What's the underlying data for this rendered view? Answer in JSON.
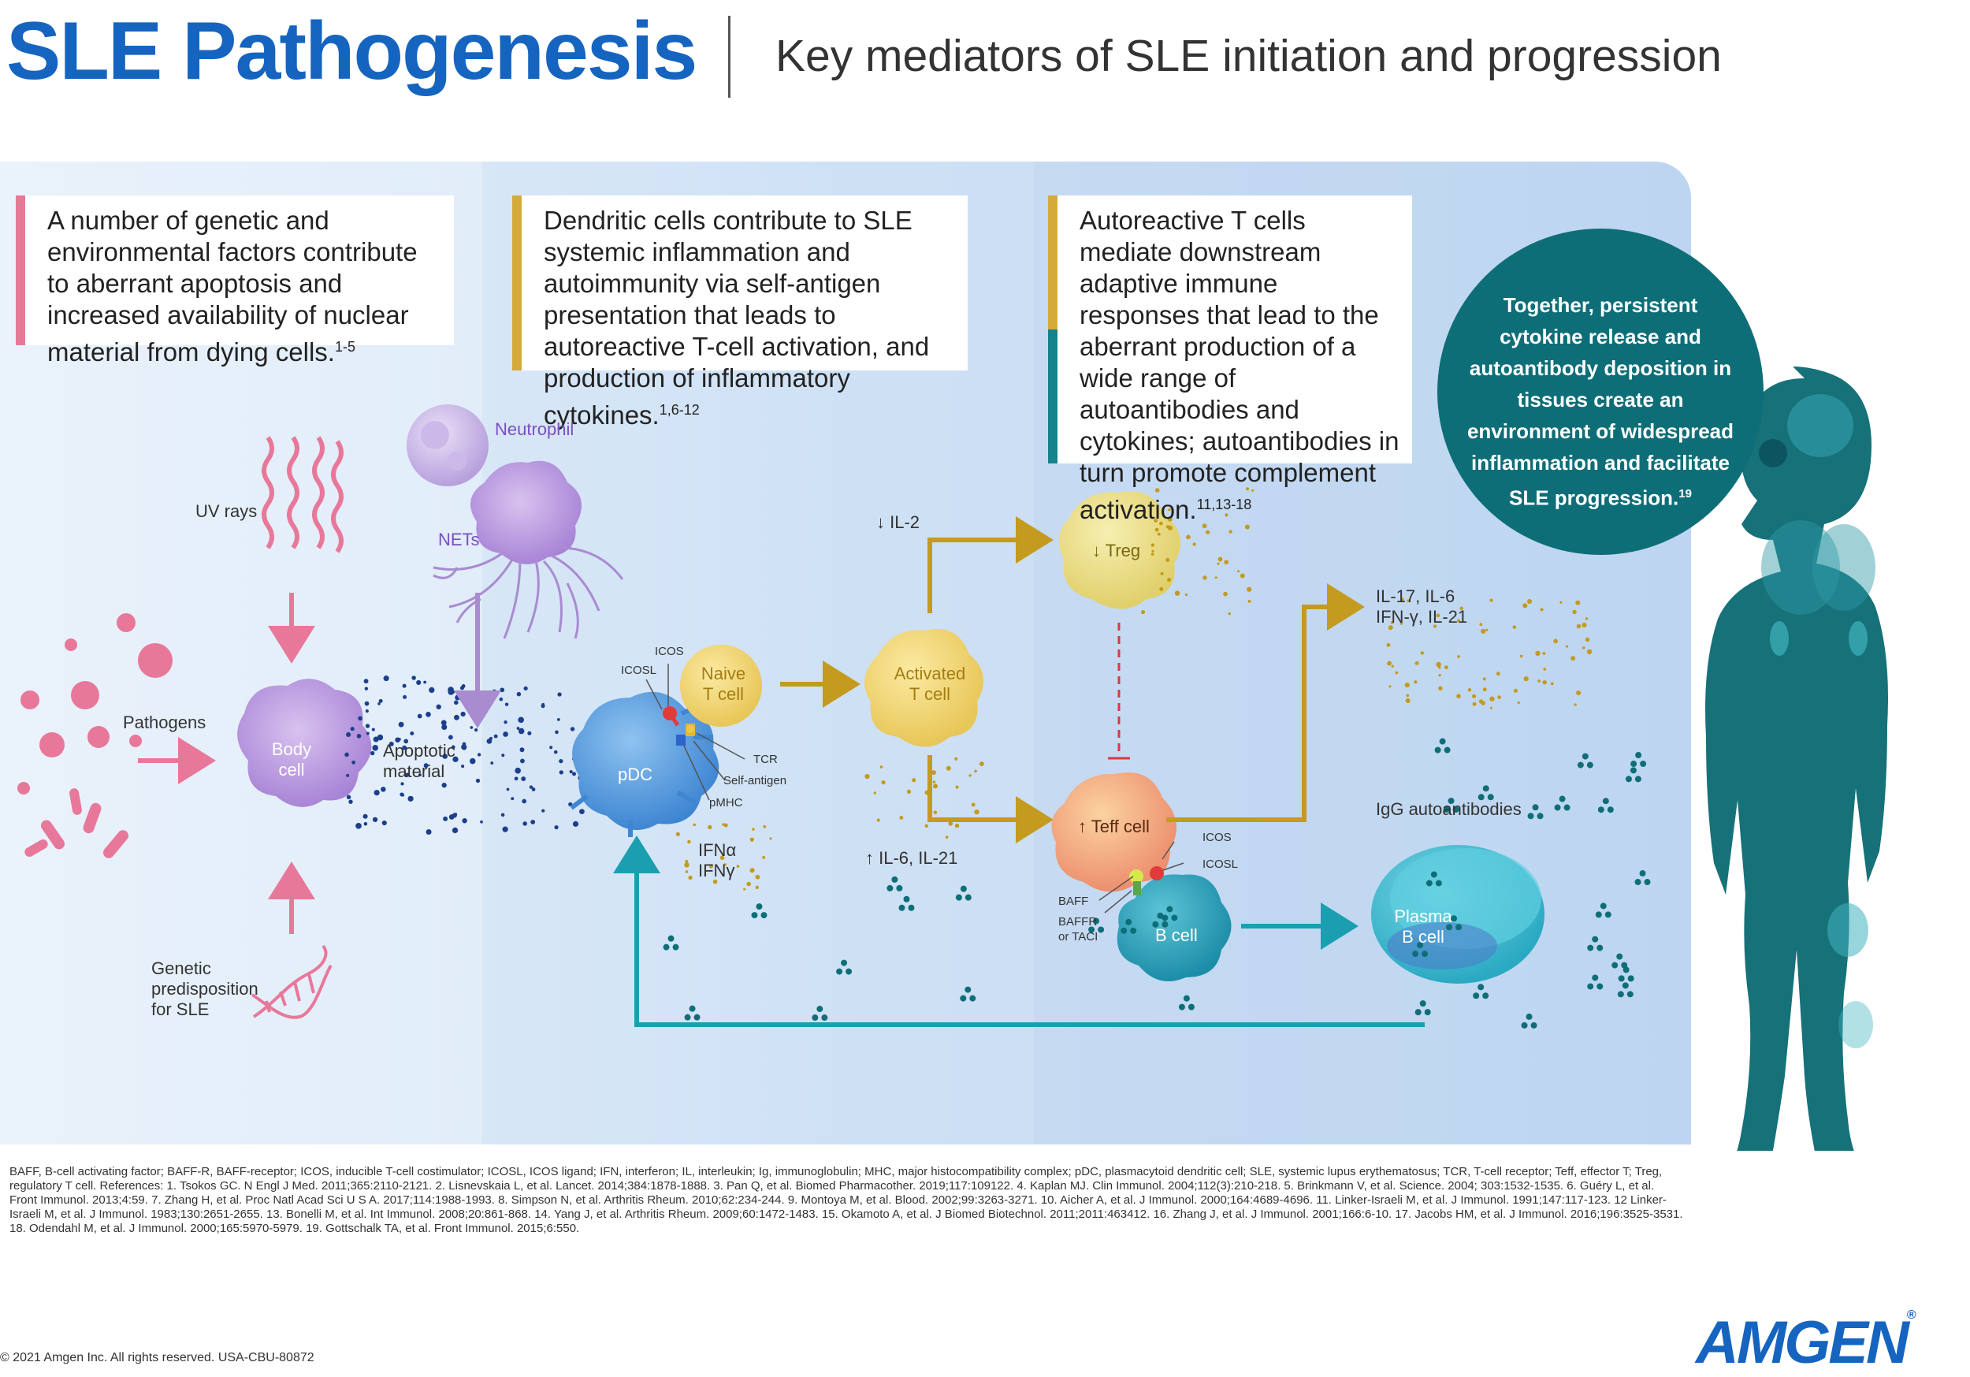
{
  "header": {
    "title": "SLE Pathogenesis",
    "subtitle": "Key mediators of SLE initiation and progression"
  },
  "boxes": {
    "box1": {
      "text": "A number of genetic and environmental factors contribute to aberrant apoptosis and increased availability of nuclear material from dying cells.",
      "ref": "1-5",
      "bar_color": "#e57a96"
    },
    "box2": {
      "text": "Dendritic cells contribute to SLE systemic inflammation and autoimmunity via self-antigen presentation that leads to autoreactive T-cell activation, and production of inflammatory cytokines.",
      "ref": "1,6-12",
      "bar_color": "#d4aa3a"
    },
    "box3": {
      "text": "Autoreactive T cells mediate downstream adaptive immune responses that lead to the aberrant production of a wide range of autoantibodies and cytokines; autoantibodies in turn promote complement activation.",
      "ref": "11,13-18",
      "bar_colors": [
        "#d4aa3a",
        "#14838b"
      ]
    }
  },
  "circle": {
    "text": "Together, persistent cytokine release and autoantibody deposition in tissues create an environment of widespread inflammation and facilitate SLE progression.",
    "ref": "19"
  },
  "diagram": {
    "uv_rays": "UV rays",
    "pathogens": "Pathogens",
    "genetic": "Genetic predisposition for SLE",
    "body_cell": "Body cell",
    "apoptotic": "Apoptotic material",
    "neutrophil": "Neutrophil",
    "nets": "NETs",
    "pdc": "pDC",
    "naive_t": "Naive T cell",
    "icos": "ICOS",
    "icosl": "ICOSL",
    "tcr": "TCR",
    "self_antigen": "Self-antigen",
    "pmhc": "pMHC",
    "ifn_alpha": "IFNα",
    "ifn_gamma": "IFNγ",
    "activated_t": "Activated T cell",
    "il2": "↓ IL-2",
    "il6_il21": "↑ IL-6, IL-21",
    "treg": "↓ Treg",
    "teff": "↑ Teff cell",
    "icos2": "ICOS",
    "icosl2": "ICOSL",
    "baff": "BAFF",
    "baffr": "BAFFR or TACI",
    "b_cell": "B cell",
    "cytokines_line1": "IL-17, IL-6",
    "cytokines_line2": "IFN-γ, IL-21",
    "igg": "IgG autoantibodies",
    "plasma": "Plasma B cell"
  },
  "colors": {
    "title_blue": "#1565c0",
    "pink_arrow": "#e8789a",
    "purple_arrow": "#a98bd0",
    "gold_arrow": "#c49a1f",
    "teal_arrow": "#1b9fb0",
    "circle_teal": "#0e6e77"
  },
  "footnotes": {
    "abbreviations": "BAFF, B-cell activating factor; BAFF-R, BAFF-receptor; ICOS, inducible T-cell costimulator; ICOSL, ICOS ligand; IFN, interferon; IL, interleukin; Ig, immunoglobulin; MHC, major histocompatibility complex; pDC, plasmacytoid dendritic cell; SLE, systemic lupus erythematosus; TCR, T-cell receptor; Teff, effector T; Treg, regulatory T cell.",
    "references": "References: 1. Tsokos GC. N Engl J Med. 2011;365:2110-2121. 2. Lisnevskaia L, et al. Lancet. 2014;384:1878-1888. 3. Pan Q, et al. Biomed Pharmacother. 2019;117:109122. 4. Kaplan MJ. Clin Immunol. 2004;112(3):210-218. 5. Brinkmann V, et al. Science. 2004; 303:1532-1535. 6. Guéry L, et al. Front Immunol. 2013;4:59. 7. Zhang H, et al. Proc Natl Acad Sci U S A. 2017;114:1988-1993. 8. Simpson N, et al. Arthritis Rheum. 2010;62:234-244. 9. Montoya M, et al. Blood. 2002;99:3263-3271. 10. Aicher A, et al. J Immunol. 2000;164:4689-4696. 11. Linker-Israeli M, et al. J Immunol. 1991;147:117-123. 12 Linker-Israeli M, et al. J Immunol. 1983;130:2651-2655. 13. Bonelli M, et al. Int Immunol. 2008;20:861-868. 14. Yang J, et al. Arthritis Rheum. 2009;60:1472-1483. 15. Okamoto A, et al. J Biomed Biotechnol. 2011;2011:463412. 16. Zhang J, et al. J Immunol. 2001;166:6-10. 17. Jacobs HM, et al. J Immunol. 2016;196:3525-3531. 18. Odendahl M, et al. J Immunol. 2000;165:5970-5979. 19. Gottschalk TA, et al. Front Immunol. 2015;6:550."
  },
  "copyright": "© 2021 Amgen Inc. All rights reserved. USA-CBU-80872",
  "logo": "AMGEN",
  "logo_mark": "®"
}
